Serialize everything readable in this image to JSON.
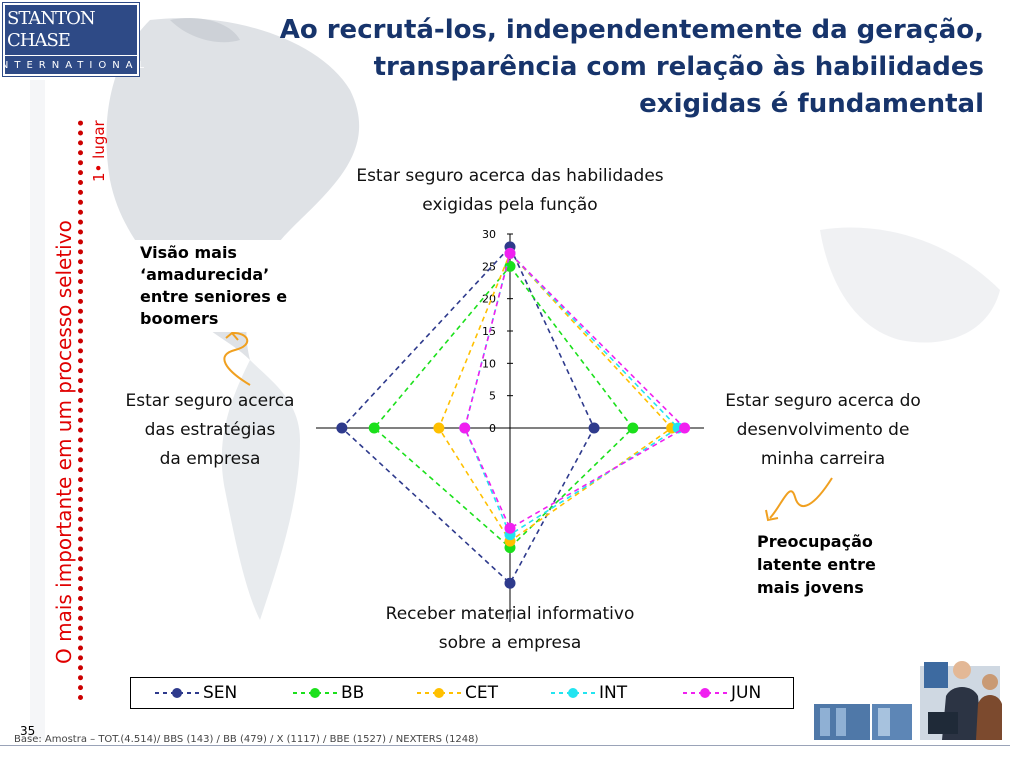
{
  "logo": {
    "line1": "STANTON CHASE",
    "line2": "INTERNATIONAL"
  },
  "title": {
    "line1": "Ao recrutá-los, independentemente da geração,",
    "line2": "transparência com relação às habilidades",
    "line3": "exigidas é fundamental"
  },
  "side_text": "O mais importante em um processo seletivo",
  "first_place": "1• lugar",
  "axis_labels": {
    "top": {
      "line1": "Estar seguro acerca das habilidades",
      "line2": "exigidas pela função"
    },
    "left": {
      "line1": "Estar seguro acerca",
      "line2": "das estratégias",
      "line3": "da empresa"
    },
    "right": {
      "line1": "Estar seguro acerca do",
      "line2": "desenvolvimento de",
      "line3": "minha carreira"
    },
    "bottom": {
      "line1": "Receber material informativo",
      "line2": "sobre a empresa"
    }
  },
  "callouts": {
    "left": {
      "line1": "Visão mais",
      "line2": "‘amadurecida’",
      "line3": "entre  seniores e",
      "line4": "boomers"
    },
    "right": {
      "line1": "Preocupação",
      "line2": "latente entre",
      "line3": "mais jovens"
    }
  },
  "colors": {
    "title": "#17346b",
    "accent_red": "#e00000",
    "arrow": "#f0a020",
    "logo_bg": "#2e4a86"
  },
  "footer": {
    "page_number": "35",
    "base": "Base: Amostra – TOT.(4.514)/ BBS (143) / BB (479) / X (1117) / BBE (1527) / NEXTERS (1248)"
  },
  "chart_data": {
    "type": "radar",
    "axes": [
      "top",
      "right",
      "bottom",
      "left"
    ],
    "rlim": [
      0,
      30
    ],
    "ticks": [
      0,
      5,
      10,
      15,
      20,
      25,
      30
    ],
    "grid": false,
    "legend": "bottom",
    "series": [
      {
        "name": "SEN",
        "color": "#2e3a8c",
        "values": [
          28,
          13,
          24,
          26
        ]
      },
      {
        "name": "BB",
        "color": "#1be01b",
        "values": [
          25,
          19,
          18.5,
          21
        ]
      },
      {
        "name": "CET",
        "color": "#ffc000",
        "values": [
          27,
          25,
          17.5,
          11
        ]
      },
      {
        "name": "INT",
        "color": "#22e4f0",
        "values": [
          27,
          26,
          16.5,
          7
        ]
      },
      {
        "name": "JUN",
        "color": "#f020f0",
        "values": [
          27,
          27,
          15.5,
          7
        ]
      }
    ]
  }
}
